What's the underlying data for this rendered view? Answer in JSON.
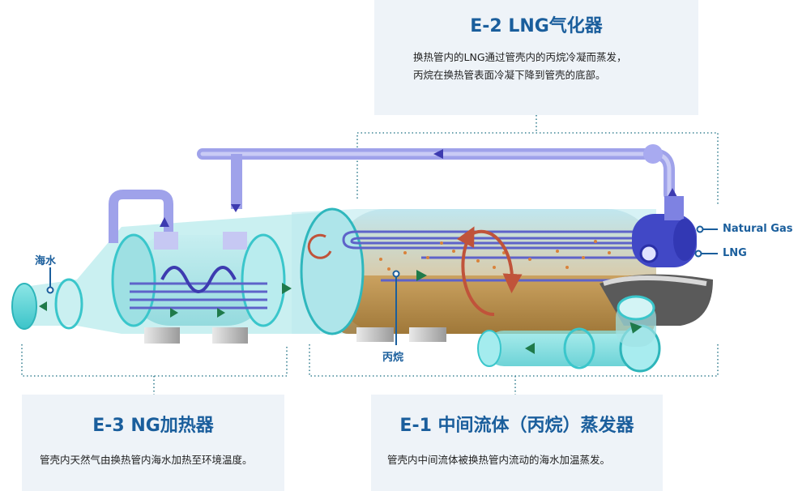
{
  "panels": {
    "e2": {
      "title": "E-2 LNG气化器",
      "line1": "换热管内的LNG通过管壳内的丙烷冷凝而蒸发，",
      "line2": "丙烷在换热管表面冷凝下降到管壳的底部。"
    },
    "e3": {
      "title": "E-3 NG加热器",
      "body": "管壳内天然气由换热管内海水加热至环境温度。"
    },
    "e1": {
      "title": "E-1 中间流体（丙烷）蒸发器",
      "body": "管壳内中间流体被换热管内流动的海水加温蒸发。"
    }
  },
  "labels": {
    "seawater": "海水",
    "propane": "丙烷",
    "natural_gas": "Natural Gas",
    "lng": "LNG"
  },
  "colors": {
    "title_blue": "#1a5e9c",
    "label_blue": "#1a5e9c",
    "panel_bg": "#eef3f8",
    "dotted_line": "#3f8596",
    "pipe_purple": "#8d8fe6",
    "seawater_teal": "#5fd6d9",
    "arrow_green": "#1f7a4a",
    "liquid_amber": "#c59a4b"
  }
}
